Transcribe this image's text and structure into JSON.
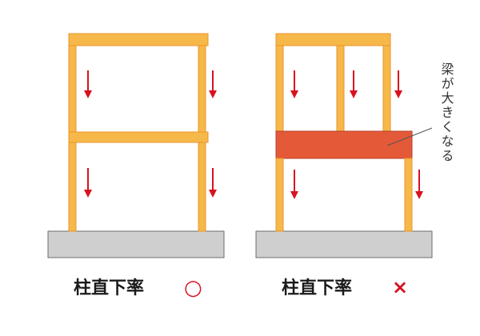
{
  "colors": {
    "timber_fill": "#F7B84A",
    "timber_stroke": "#E8962A",
    "arrow": "#D7121F",
    "oversized_beam": "#E45A38",
    "foundation_fill": "#CFCFCF",
    "foundation_stroke": "#6E6E6E",
    "good_mark": "#D7121F",
    "bad_mark": "#D7121F"
  },
  "left_diagram": {
    "caption": "柱直下率",
    "verdict_mark": "○"
  },
  "right_diagram": {
    "caption": "柱直下率",
    "verdict_mark": "×",
    "annotation": "梁が大きくなる"
  }
}
